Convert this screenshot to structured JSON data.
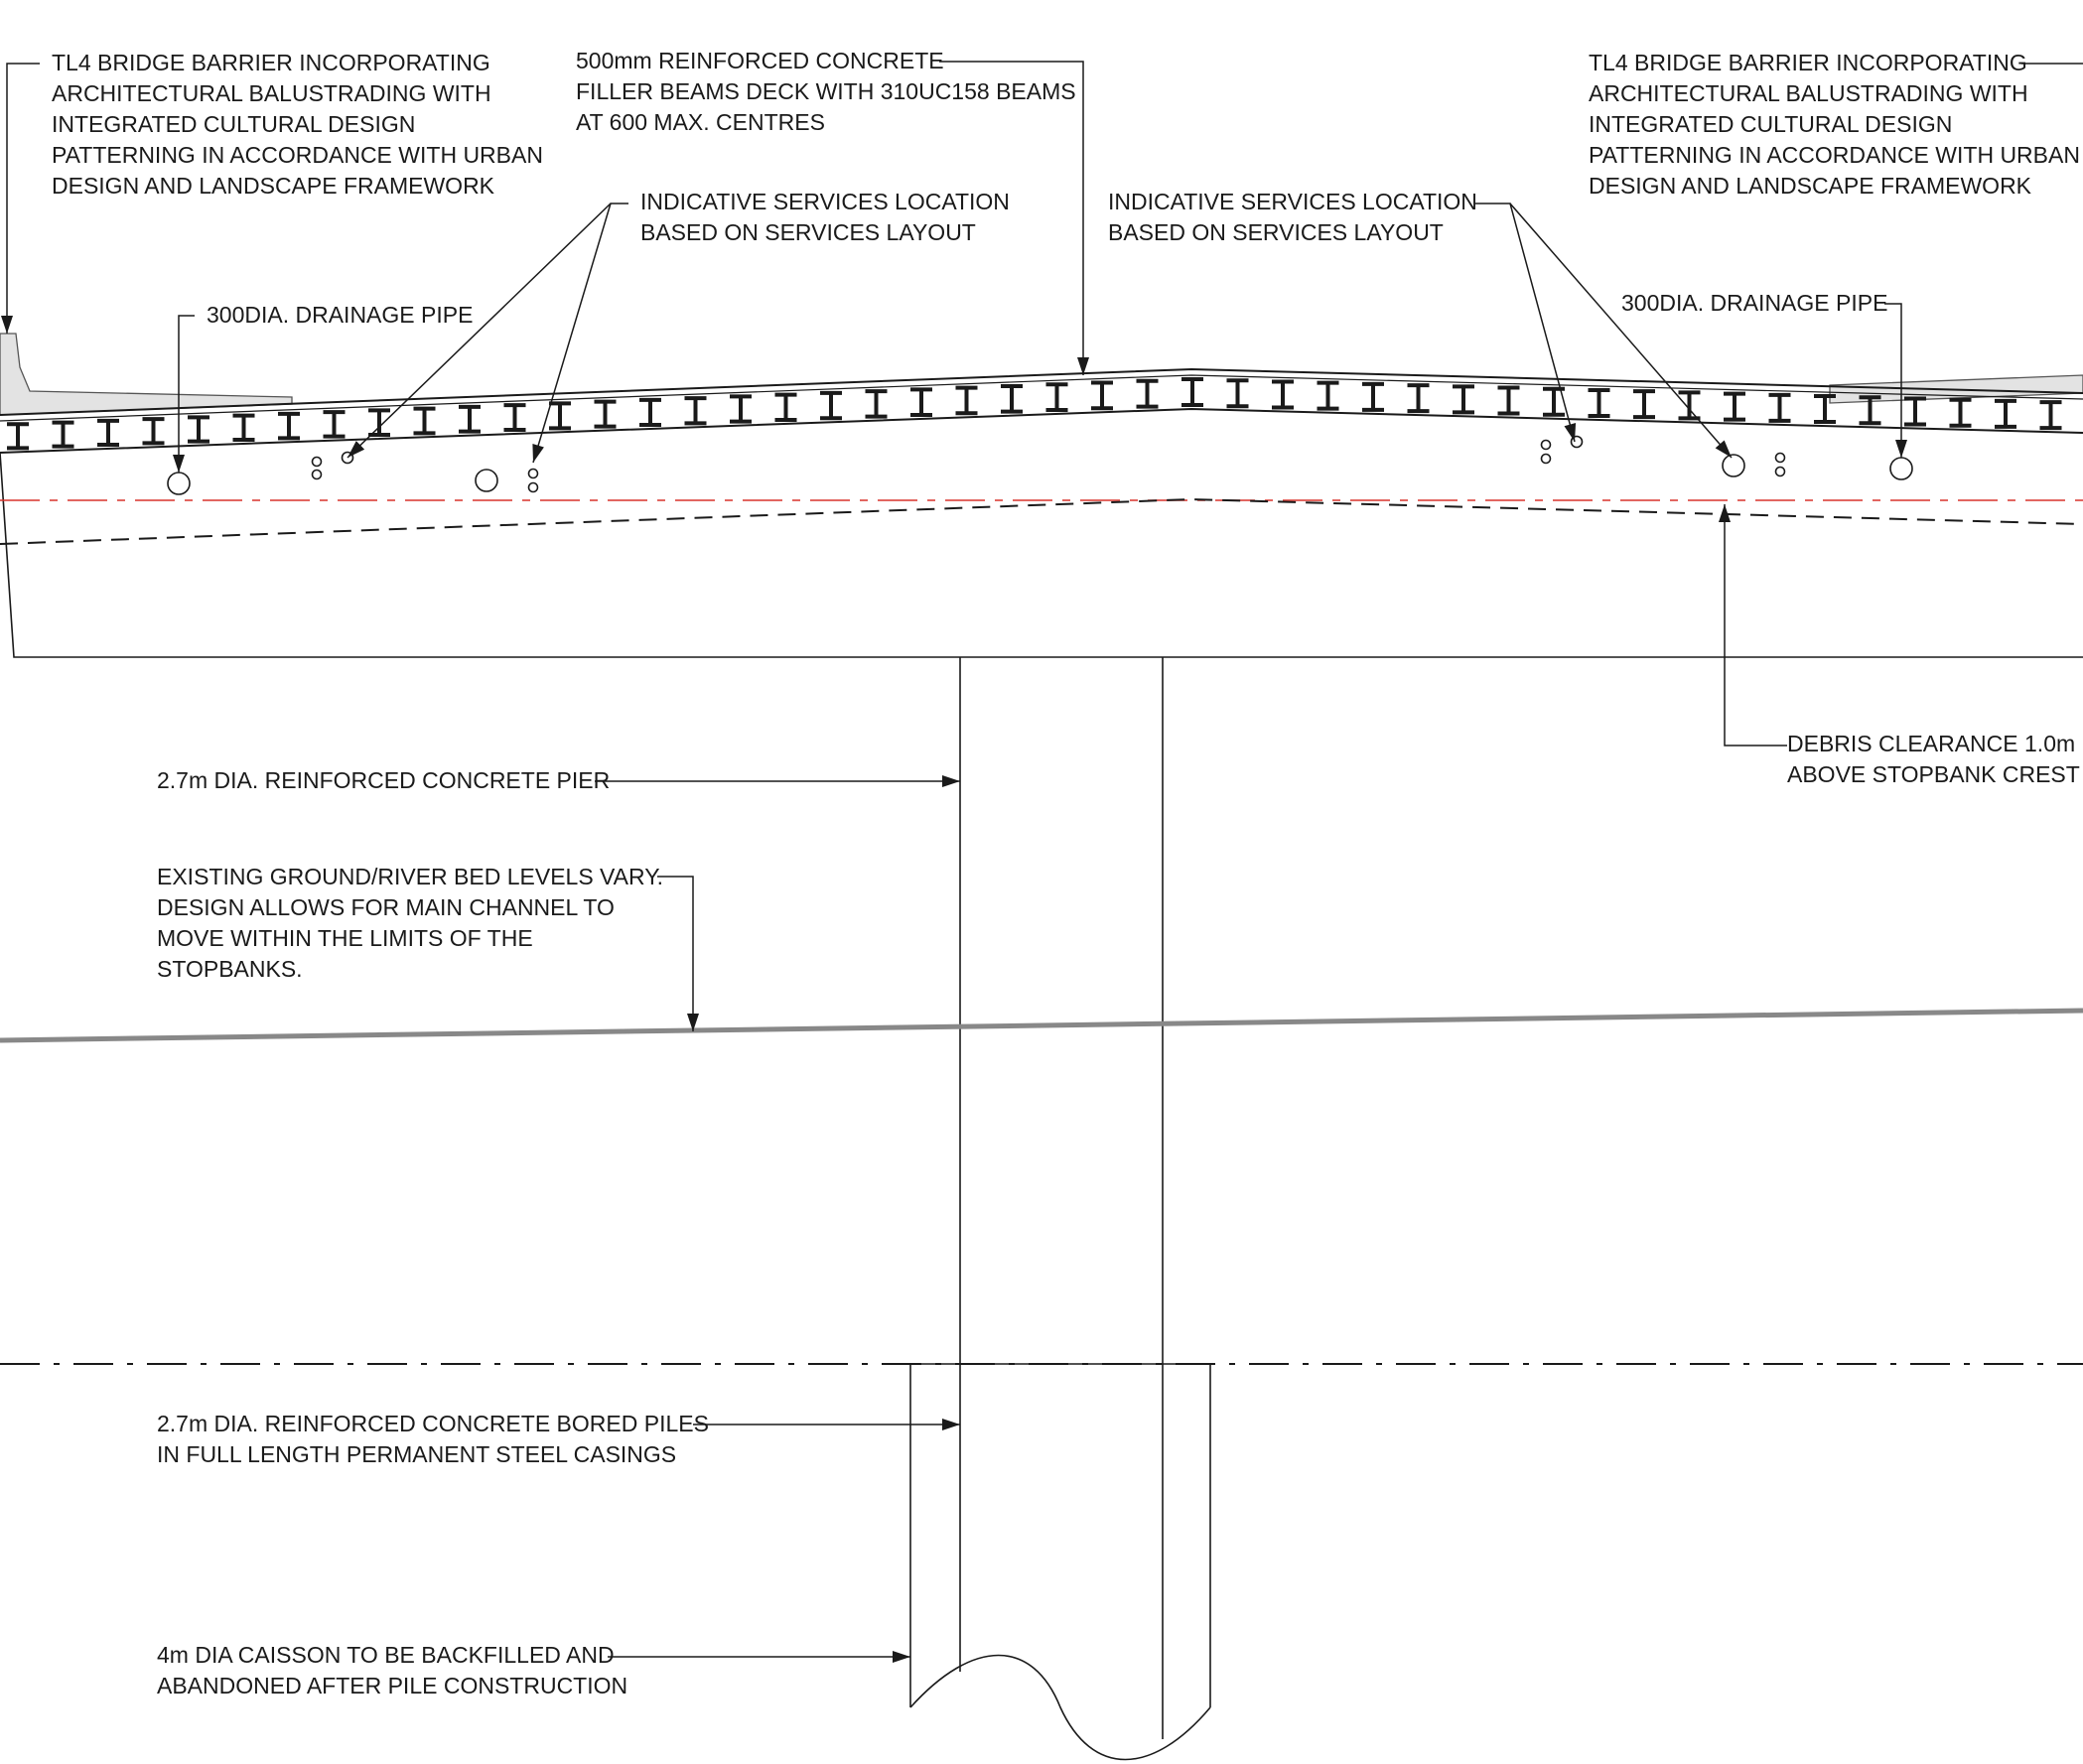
{
  "annotations": {
    "barrier_left": [
      "TL4 BRIDGE BARRIER INCORPORATING",
      "ARCHITECTURAL BALUSTRADING WITH",
      "INTEGRATED CULTURAL DESIGN",
      "PATTERNING IN ACCORDANCE WITH URBAN",
      "DESIGN AND LANDSCAPE FRAMEWORK"
    ],
    "deck": [
      "500mm REINFORCED CONCRETE",
      "FILLER BEAMS DECK WITH 310UC158 BEAMS",
      "AT 600 MAX. CENTRES"
    ],
    "barrier_right": [
      "TL4 BRIDGE BARRIER INCORPORATING",
      "ARCHITECTURAL BALUSTRADING WITH",
      "INTEGRATED CULTURAL DESIGN",
      "PATTERNING IN ACCORDANCE WITH URBAN",
      "DESIGN AND LANDSCAPE FRAMEWORK"
    ],
    "services_left": [
      "INDICATIVE SERVICES LOCATION",
      "BASED ON SERVICES LAYOUT"
    ],
    "services_right": [
      "INDICATIVE SERVICES LOCATION",
      "BASED ON SERVICES LAYOUT"
    ],
    "drainage_left": [
      "300DIA. DRAINAGE PIPE"
    ],
    "drainage_right": [
      "300DIA. DRAINAGE PIPE"
    ],
    "debris": [
      "DEBRIS CLEARANCE 1.0m",
      "ABOVE STOPBANK CREST"
    ],
    "pier": [
      "2.7m DIA. REINFORCED CONCRETE PIER"
    ],
    "ground": [
      "EXISTING GROUND/RIVER BED LEVELS VARY.",
      "DESIGN ALLOWS FOR MAIN CHANNEL TO",
      "MOVE WITHIN THE LIMITS OF THE",
      "STOPBANKS."
    ],
    "piles": [
      "2.7m DIA. REINFORCED CONCRETE BORED PILES",
      "IN FULL LENGTH PERMANENT STEEL CASINGS"
    ],
    "caisson": [
      "4m DIA CAISSON TO BE BACKFILLED AND",
      "ABANDONED AFTER PILE CONSTRUCTION"
    ]
  },
  "colors": {
    "line": "#1a1a1a",
    "centerline": "#d9332b",
    "ground": "#888888",
    "barrier_fill": "#e3e3e3"
  }
}
